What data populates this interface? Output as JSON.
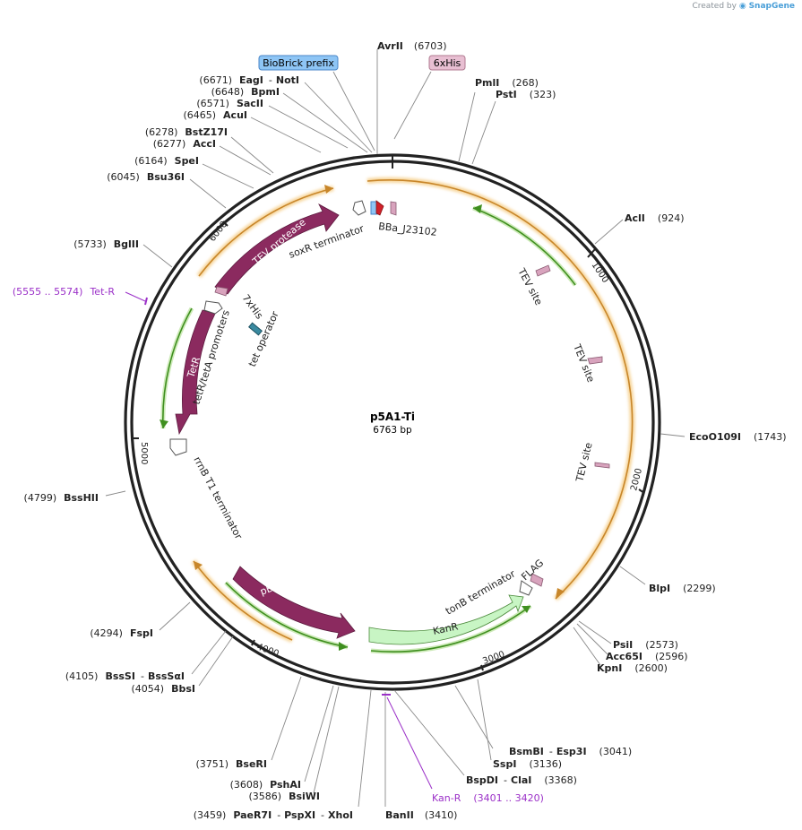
{
  "credit": {
    "prefix": "Created by",
    "brand": "SnapGene"
  },
  "plasmid": {
    "name": "p5A1-Ti",
    "size": 6763,
    "size_label": "6763 bp"
  },
  "ticks": [
    "1000",
    "2000",
    "3000",
    "4000",
    "5000",
    "6000"
  ],
  "sites": [
    {
      "name": "AvrII",
      "pos": "(6703)"
    },
    {
      "name": "PmlI",
      "pos": "(268)"
    },
    {
      "name": "PstI",
      "pos": "(323)"
    },
    {
      "name": "EagI",
      "name2": "NotI",
      "pos": "(6671)"
    },
    {
      "name": "BpmI",
      "pos": "(6648)"
    },
    {
      "name": "SacII",
      "pos": "(6571)"
    },
    {
      "name": "AcuI",
      "pos": "(6465)"
    },
    {
      "name": "BstZ17I",
      "pos": "(6278)"
    },
    {
      "name": "AccI",
      "pos": "(6277)"
    },
    {
      "name": "SpeI",
      "pos": "(6164)"
    },
    {
      "name": "Bsu36I",
      "pos": "(6045)"
    },
    {
      "name": "BglII",
      "pos": "(5733)"
    },
    {
      "name": "AclI",
      "pos": "(924)"
    },
    {
      "name": "EcoO109I",
      "pos": "(1743)"
    },
    {
      "name": "BssHII",
      "pos": "(4799)"
    },
    {
      "name": "BlpI",
      "pos": "(2299)"
    },
    {
      "name": "PsiI",
      "pos": "(2573)"
    },
    {
      "name": "Acc65I",
      "pos": "(2596)"
    },
    {
      "name": "KpnI",
      "pos": "(2600)"
    },
    {
      "name": "FspI",
      "pos": "(4294)"
    },
    {
      "name": "BssSI",
      "name2": "BssSαI",
      "pos": "(4105)"
    },
    {
      "name": "BbsI",
      "pos": "(4054)"
    },
    {
      "name": "BsmBI",
      "name2": "Esp3I",
      "pos": "(3041)"
    },
    {
      "name": "SspI",
      "pos": "(3136)"
    },
    {
      "name": "BspDI",
      "name2": "ClaI",
      "pos": "(3368)"
    },
    {
      "name": "BseRI",
      "pos": "(3751)"
    },
    {
      "name": "PshAI",
      "pos": "(3608)"
    },
    {
      "name": "BsiWI",
      "pos": "(3586)"
    },
    {
      "name": "PaeR7I",
      "name2": "PspXI",
      "name3": "XhoI",
      "pos": "(3459)"
    },
    {
      "name": "BanII",
      "pos": "(3410)"
    }
  ],
  "primers": [
    {
      "name": "Tet-R",
      "range": "(5555 .. 5574)",
      "color": "#9b30c8"
    },
    {
      "name": "Kan-R",
      "range": "(3401 .. 3420)",
      "color": "#9b30c8"
    }
  ],
  "boxed_features": [
    {
      "label": "BioBrick prefix",
      "fill": "#8ec5f5",
      "stroke": "#4a86c8"
    },
    {
      "label": "6xHis",
      "fill": "#e8bfd2",
      "stroke": "#b07a90"
    }
  ],
  "features": [
    {
      "label": "TEV protease",
      "color": "#8b2a5f"
    },
    {
      "label": "TetR",
      "color": "#8b2a5f"
    },
    {
      "label": "pBBR1 Rep",
      "color": "#8b2a5f"
    },
    {
      "label": "KanR",
      "color": "#c8f5c4"
    },
    {
      "label": "soxR terminator"
    },
    {
      "label": "BBa_J23102"
    },
    {
      "label": "7xHis"
    },
    {
      "label": "tet operator"
    },
    {
      "label": "tetR/tetA promoters"
    },
    {
      "label": "rrnB T1 terminator"
    },
    {
      "label": "TEV site"
    },
    {
      "label": "TEV site"
    },
    {
      "label": "TEV site"
    },
    {
      "label": "tonB terminator"
    },
    {
      "label": "FLAG"
    }
  ],
  "colors": {
    "backbone": "#222222",
    "orf": "#8b2a5f",
    "kanr": "#c8f5c4",
    "orange_arc": "#e89a2a",
    "green_arc": "#4c9a2a",
    "primer": "#9b30c8",
    "tev_site": "#d8a3bd"
  }
}
